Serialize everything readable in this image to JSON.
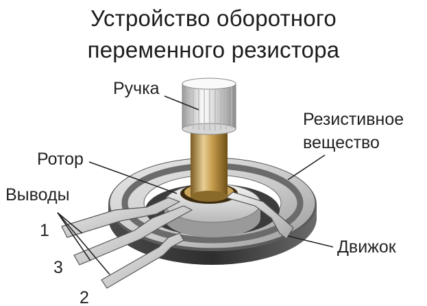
{
  "title": {
    "line1": "Устройство оборотного",
    "line2": "переменного резистора"
  },
  "labels": {
    "knob": "Ручка",
    "resistive_line1": "Резистивное",
    "resistive_line2": "вещество",
    "rotor": "Ротор",
    "terminals": "Выводы",
    "terminal_1": "1",
    "terminal_3": "3",
    "terminal_2": "2",
    "wiper": "Движок"
  },
  "colors": {
    "ring_light": "#d9d9d9",
    "ring_dark": "#5a5a5a",
    "shaft_gold": "#b48b3a",
    "knob_white": "#f2f2f2",
    "metal": "#bdbdbd",
    "text": "#222222"
  }
}
